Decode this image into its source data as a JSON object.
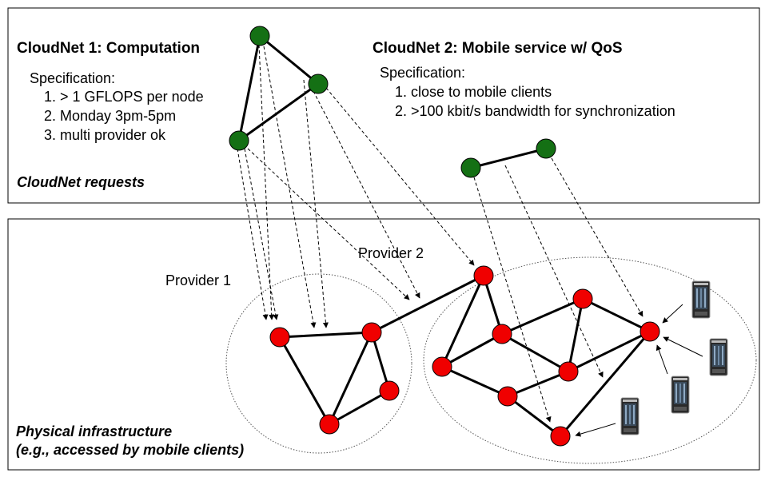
{
  "request_box": {
    "label": "CloudNet requests"
  },
  "cloudnet1": {
    "title": "CloudNet 1: Computation",
    "spec_heading": "Specification:",
    "spec_items": [
      "1. > 1 GFLOPS per node",
      "2. Monday 3pm-5pm",
      "3. multi provider ok"
    ]
  },
  "cloudnet2": {
    "title": "CloudNet 2: Mobile service w/ QoS",
    "spec_heading": "Specification:",
    "spec_items": [
      "1. close to mobile clients",
      "2. >100 kbit/s bandwidth for synchronization"
    ]
  },
  "infrastructure": {
    "label_line1": "Physical infrastructure",
    "label_line2": "(e.g., accessed  by mobile clients)",
    "provider1": "Provider 1",
    "provider2": "Provider 2"
  },
  "colors": {
    "request_node": "#147014",
    "physical_node": "#f00000",
    "edge": "#000000",
    "mapping_arrow": "#000000"
  },
  "icons": {
    "mobile_client": "mobile-phone-icon"
  }
}
